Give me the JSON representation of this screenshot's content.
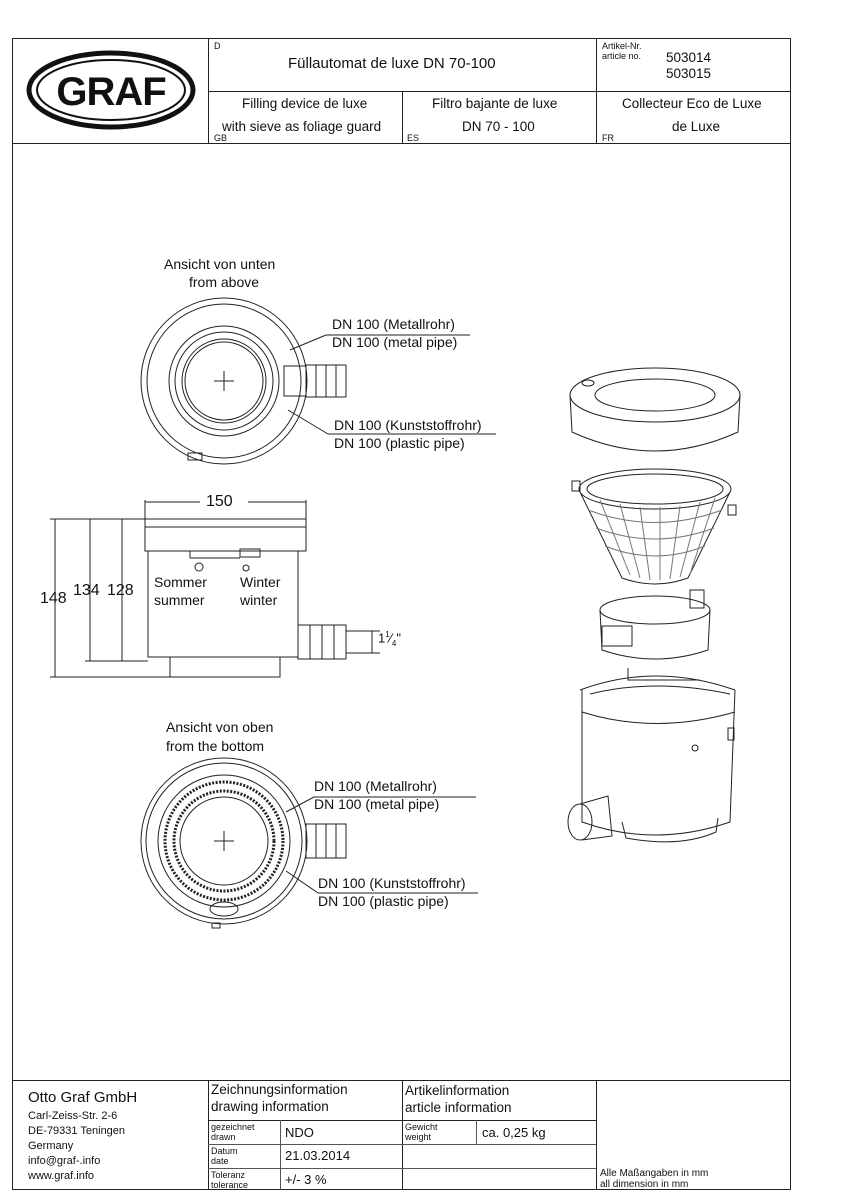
{
  "header": {
    "lang_de": "D",
    "title_de": "Füllautomat de luxe DN 70-100",
    "article_label_1": "Artikel-Nr.",
    "article_label_2": "article no.",
    "article_no_1": "503014",
    "article_no_2": "503015",
    "logo_text": "GRAF",
    "gb_line1": "Filling device de luxe",
    "gb_line2": "with sieve as foliage guard",
    "lang_gb": "GB",
    "es_line1": "Filtro bajante de luxe",
    "es_line2": "DN 70 - 100",
    "lang_es": "ES",
    "fr_line1": "Collecteur Eco de Luxe",
    "fr_line2": "de Luxe",
    "lang_fr": "FR"
  },
  "drawing": {
    "view_top_1": "Ansicht von unten",
    "view_top_2": "from above",
    "metal_de_1": "DN 100 (Metallrohr)",
    "metal_en_1": "DN 100 (metal pipe)",
    "plastic_de_1": "DN 100 (Kunststoffrohr)",
    "plastic_en_1": "DN 100 (plastic pipe)",
    "dim_width": "150",
    "dim_148": "148",
    "dim_134": "134",
    "dim_128": "128",
    "sommer": "Sommer",
    "summer": "summer",
    "winter_de": "Winter",
    "winter_en": "winter",
    "inch_whole": "1",
    "inch_num": "1",
    "inch_den": "4",
    "inch_mark": "\"",
    "view_bottom_1": "Ansicht von oben",
    "view_bottom_2": "from the bottom",
    "metal_de_2": "DN 100 (Metallrohr)",
    "metal_en_2": "DN 100 (metal pipe)",
    "plastic_de_2": "DN 100 (Kunststoffrohr)",
    "plastic_en_2": "DN 100 (plastic pipe)"
  },
  "footer": {
    "company": "Otto Graf GmbH",
    "street": "Carl-Zeiss-Str. 2-6",
    "city": "DE-79331 Teningen",
    "country": "Germany",
    "email": "info@graf-.info",
    "web": "www.graf.info",
    "drawing_info_de": "Zeichnungsinformation",
    "drawing_info_en": "drawing information",
    "article_info_de": "Artikelinformation",
    "article_info_en": "article information",
    "drawn_de": "gezeichnet",
    "drawn_en": "drawn",
    "drawn_val": "NDO",
    "date_de": "Datum",
    "date_en": "date",
    "date_val": "21.03.2014",
    "tol_de": "Toleranz",
    "tol_en": "tolerance",
    "tol_val": "+/- 3 %",
    "weight_de": "Gewicht",
    "weight_en": "weight",
    "weight_val": "ca. 0,25 kg",
    "dims_de": "Alle Maßangaben in mm",
    "dims_en": "all dimension in mm"
  }
}
